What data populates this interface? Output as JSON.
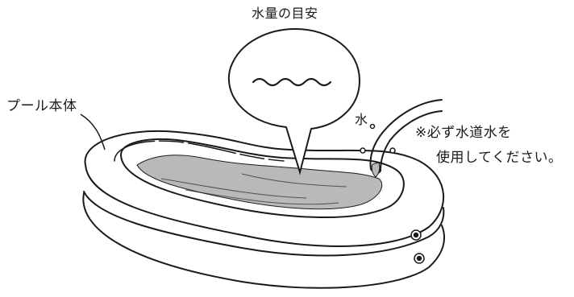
{
  "labels": {
    "water_level_guide": "水量の目安",
    "pool_body": "プール本体",
    "water": "水",
    "note_line1": "※必ず水道水を",
    "note_line2": "使用してください。"
  },
  "colors": {
    "line": "#1a1a1a",
    "water_fill": "#b9b9b9",
    "background": "#ffffff"
  },
  "icons": [
    "wavy-line-icon",
    "hose-icon",
    "valve-icon"
  ]
}
